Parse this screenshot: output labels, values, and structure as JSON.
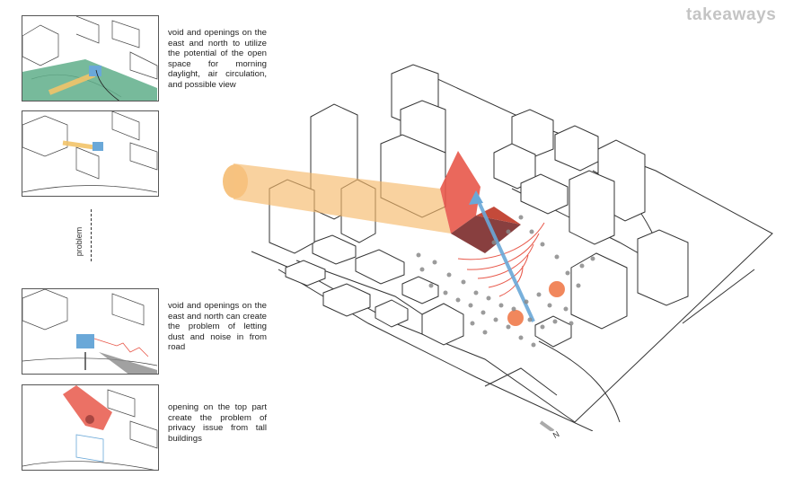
{
  "title": "takeaways",
  "problem_label": "problem",
  "north_label": "N",
  "captions": [
    "void and openings on the east and north to utilize the potential of the open space for morning daylight, air circulation, and possible view",
    "void and openings on the east and north can create the problem of letting dust and noise in from road",
    "opening on the top part create the problem of privacy issue from tall buildings"
  ],
  "colors": {
    "green": "#5fae8a",
    "blue": "#6aa8d8",
    "yellow": "#f2c46a",
    "orange": "#f29a45",
    "red": "#e8584a",
    "dark_red": "#7b2a2a",
    "gray": "#8a8a8a"
  }
}
